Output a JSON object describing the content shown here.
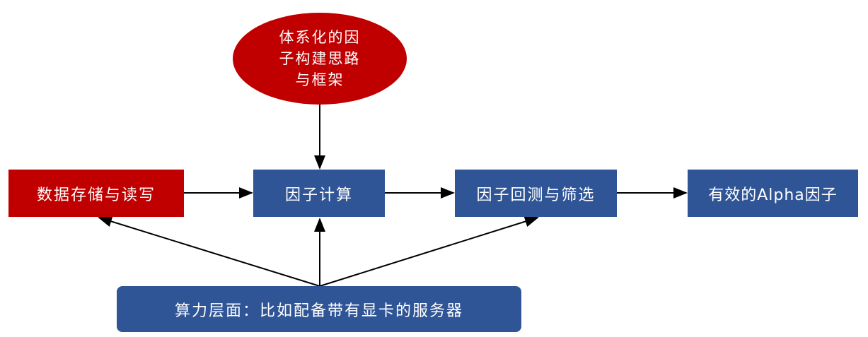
{
  "colors": {
    "red": "#C00000",
    "blue": "#2F5597"
  },
  "nodes": {
    "framework": {
      "line1": "体系化的因",
      "line2": "子构建思路",
      "line3": "与框架"
    },
    "storage": "数据存储与读写",
    "compute": "因子计算",
    "backtest": "因子回测与筛选",
    "alpha": "有效的Alpha因子",
    "hardware": "算力层面：比如配备带有显卡的服务器"
  }
}
